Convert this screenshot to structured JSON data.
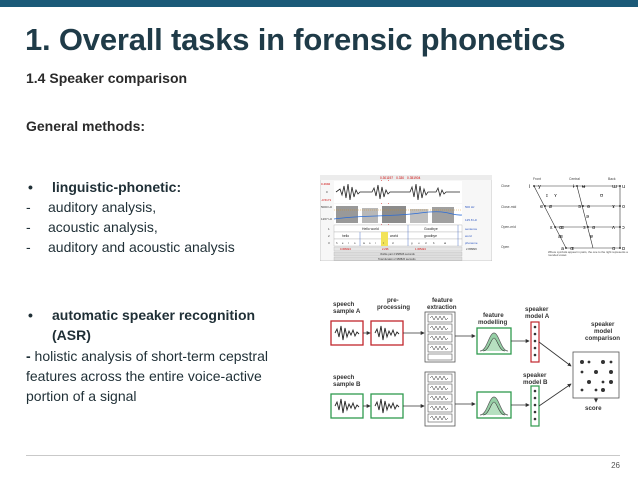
{
  "slide": {
    "title": "1. Overall tasks in forensic phonetics",
    "subtitle": "1.4 Speaker comparison",
    "section_heading": "General methods:",
    "methods": [
      {
        "bullet": "•",
        "heading": "linguistic-phonetic:",
        "items": [
          "auditory analysis,",
          "acoustic analysis,",
          "auditory and acoustic analysis"
        ]
      },
      {
        "bullet": "•",
        "heading": "automatic speaker recognition (ASR)",
        "description_prefix": "-",
        "description": " holistic analysis of short-term cepstral features across the entire voice-active portion of a signal"
      }
    ],
    "page_number": "26"
  },
  "figures": {
    "praat": {
      "selection_times": [
        "0.301197",
        "0.330",
        "0.351904"
      ],
      "left_values": [
        "0.4992",
        "0",
        "-0.5171",
        "5000 Hz",
        "1267 Hz",
        "1",
        "2",
        "3"
      ],
      "right_values": [
        "500 Hz",
        "125.8 Hz",
        "sentence",
        "word",
        "phoneme"
      ],
      "tier_sentence": [
        "Hello world",
        "Goodbye"
      ],
      "tier_word": [
        "hello",
        "world",
        "goodbye"
      ],
      "tier_phoneme": [
        "h",
        "e",
        "l",
        "o",
        "w",
        "o",
        "r",
        "l",
        "d",
        "g",
        "u",
        "d",
        "b",
        "ai"
      ],
      "time_row": [
        "0.306624",
        "2.236",
        "1.305224",
        "2.958826"
      ],
      "visible_part": "Visible part 2.958826 seconds",
      "total_duration": "Total duration 2.958826 seconds"
    },
    "vowel_chart": {
      "columns": [
        "Front",
        "Central",
        "Back"
      ],
      "rows": [
        "Close",
        "Close-mid",
        "Open-mid",
        "Open"
      ],
      "vowels": {
        "close": [
          "i",
          "y",
          "ɨ",
          "ʉ",
          "ɯ",
          "u"
        ],
        "near_close": [
          "ɪ",
          "ʏ",
          "ʊ"
        ],
        "close_mid": [
          "e",
          "ø",
          "ɘ",
          "ɵ",
          "ɤ",
          "o"
        ],
        "mid": [
          "ə"
        ],
        "open_mid": [
          "ɛ",
          "œ",
          "ɜ",
          "ɞ",
          "ʌ",
          "ɔ"
        ],
        "near_open": [
          "æ",
          "ɐ"
        ],
        "open": [
          "a",
          "ɶ",
          "ɑ",
          "ɒ"
        ]
      },
      "note": "Where symbols appear in pairs, the one to the right represents a rounded vowel."
    },
    "asr": {
      "speech_sample_a": "speech sample A",
      "speech_sample_b": "speech sample B",
      "preprocessing": "pre-processing",
      "feature_extraction": "feature extraction",
      "feature_modelling": "feature modelling",
      "speaker_model_a": "speaker model A",
      "speaker_model_b": "speaker model B",
      "comparison": "speaker model comparison",
      "score": "score",
      "colors": {
        "red": "#c1272d",
        "green": "#2f9a4e",
        "line": "#333333"
      }
    }
  }
}
